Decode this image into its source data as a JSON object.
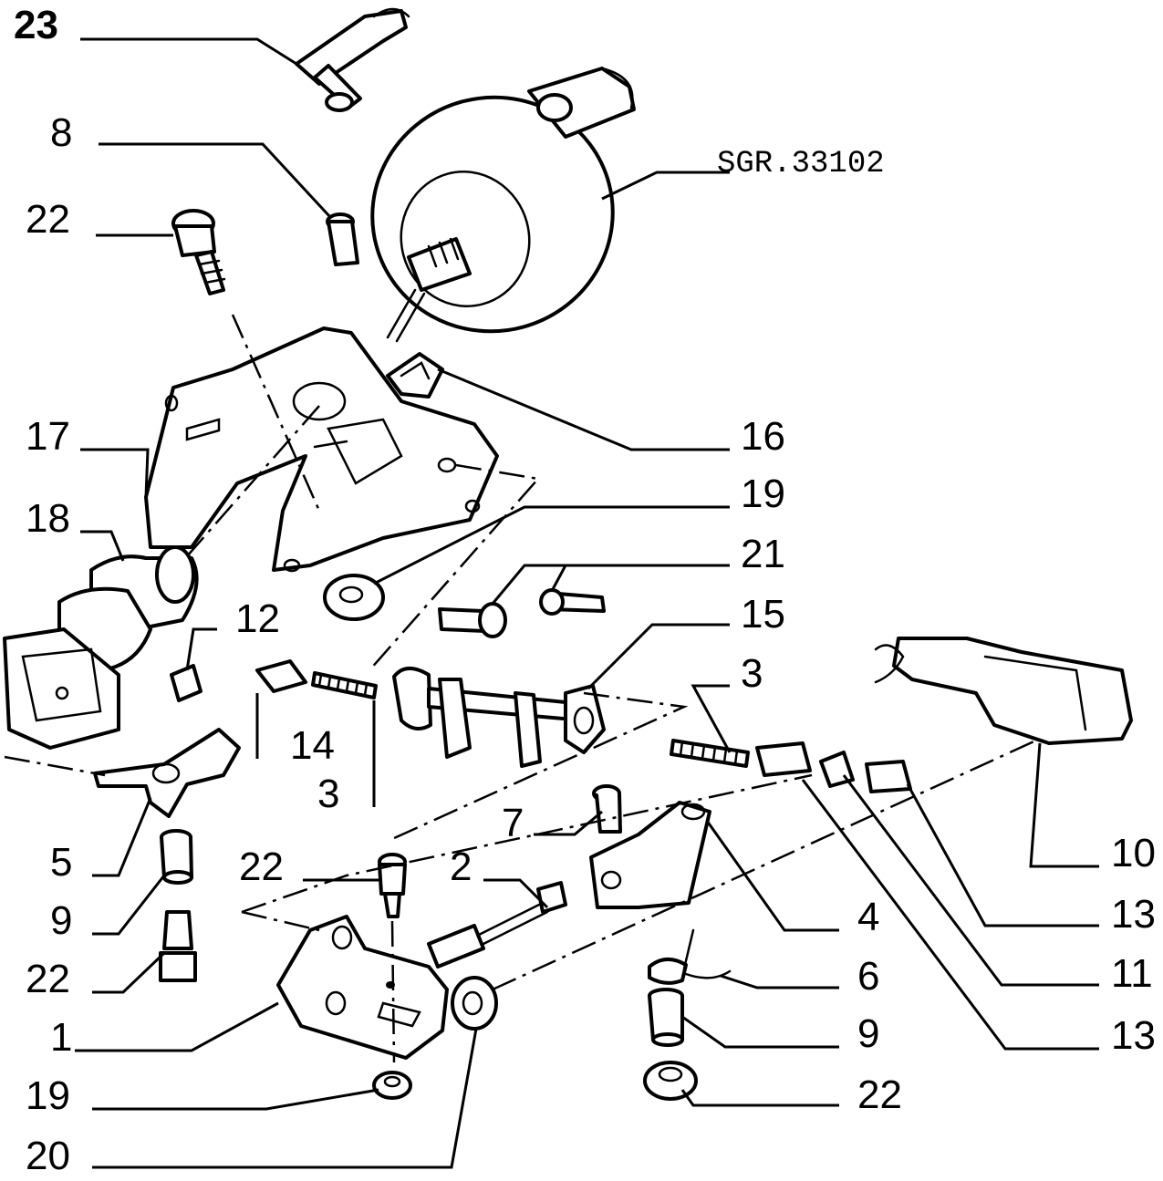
{
  "reference_code": "SGR.33102",
  "callouts": {
    "c23": "23",
    "c8": "8",
    "c22_top": "22",
    "c17": "17",
    "c18": "18",
    "c12": "12",
    "c14": "14",
    "c3_left": "3",
    "c5": "5",
    "c9_left": "9",
    "c22_left": "22",
    "c1": "1",
    "c19_bottom": "19",
    "c20": "20",
    "c16": "16",
    "c19_right": "19",
    "c21": "21",
    "c15": "15",
    "c3_right": "3",
    "c7": "7",
    "c22_mid": "22",
    "c2": "2",
    "c4": "4",
    "c6": "6",
    "c9_right": "9",
    "c22_bottom": "22",
    "c10": "10",
    "c13_upper": "13",
    "c11": "11",
    "c13_lower": "13"
  }
}
